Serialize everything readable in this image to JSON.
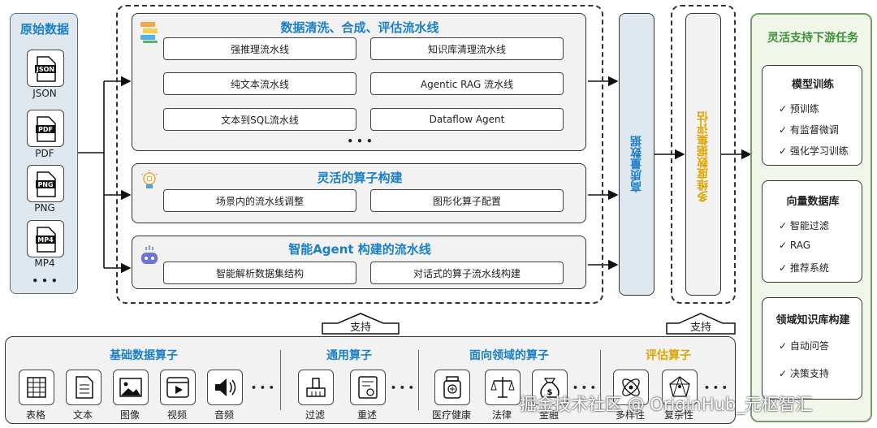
{
  "raw_data": {
    "title": "原始数据",
    "files": [
      "JSON",
      "PDF",
      "PNG",
      "MP4"
    ],
    "ellipsis": "• • •"
  },
  "pipelines": {
    "title": "数据清洗、合成、评估流水线",
    "items": [
      "强推理流水线",
      "知识库清理流水线",
      "纯文本流水线",
      "Agentic RAG 流水线",
      "文本到SQL流水线",
      "Dataflow Agent"
    ],
    "ellipsis": "• • •"
  },
  "flexible": {
    "title": "灵活的算子构建",
    "items": [
      "场景内的流水线调整",
      "图形化算子配置"
    ]
  },
  "agent": {
    "title": "智能Agent 构建的流水线",
    "items": [
      "智能解析数据集结构",
      "对话式的算子流水线构建"
    ]
  },
  "hq_data": "高质量数据",
  "eval": "多维度数据集评估",
  "support_label": "支持",
  "support_label2": "支持",
  "downstream": {
    "title": "灵活支持下游任务",
    "groups": [
      {
        "title": "模型训练",
        "items": [
          "预训练",
          "有监督微调",
          "强化学习训练"
        ]
      },
      {
        "title": "向量数据库",
        "items": [
          "智能过滤",
          "RAG",
          "推荐系统"
        ]
      },
      {
        "title": "领域知识库构建",
        "items": [
          "自动问答",
          "决策支持"
        ]
      }
    ]
  },
  "operators": {
    "basic": {
      "title": "基础数据算子",
      "items": [
        "表格",
        "文本",
        "图像",
        "视频",
        "音频"
      ]
    },
    "general": {
      "title": "通用算子",
      "items": [
        "过滤",
        "重述"
      ]
    },
    "domain": {
      "title": "面向领域的算子",
      "items": [
        "医疗健康",
        "法律",
        "金融"
      ]
    },
    "evaluate": {
      "title": "评估算子",
      "items": [
        "多样性",
        "复杂性"
      ]
    },
    "ellipsis": "• • •"
  },
  "watermark": "掘金技术社区 @ OriginHub_元枢智汇",
  "colors": {
    "blue": "#1b7fc6",
    "green": "#3f8f3a",
    "orange": "#e0a500"
  }
}
